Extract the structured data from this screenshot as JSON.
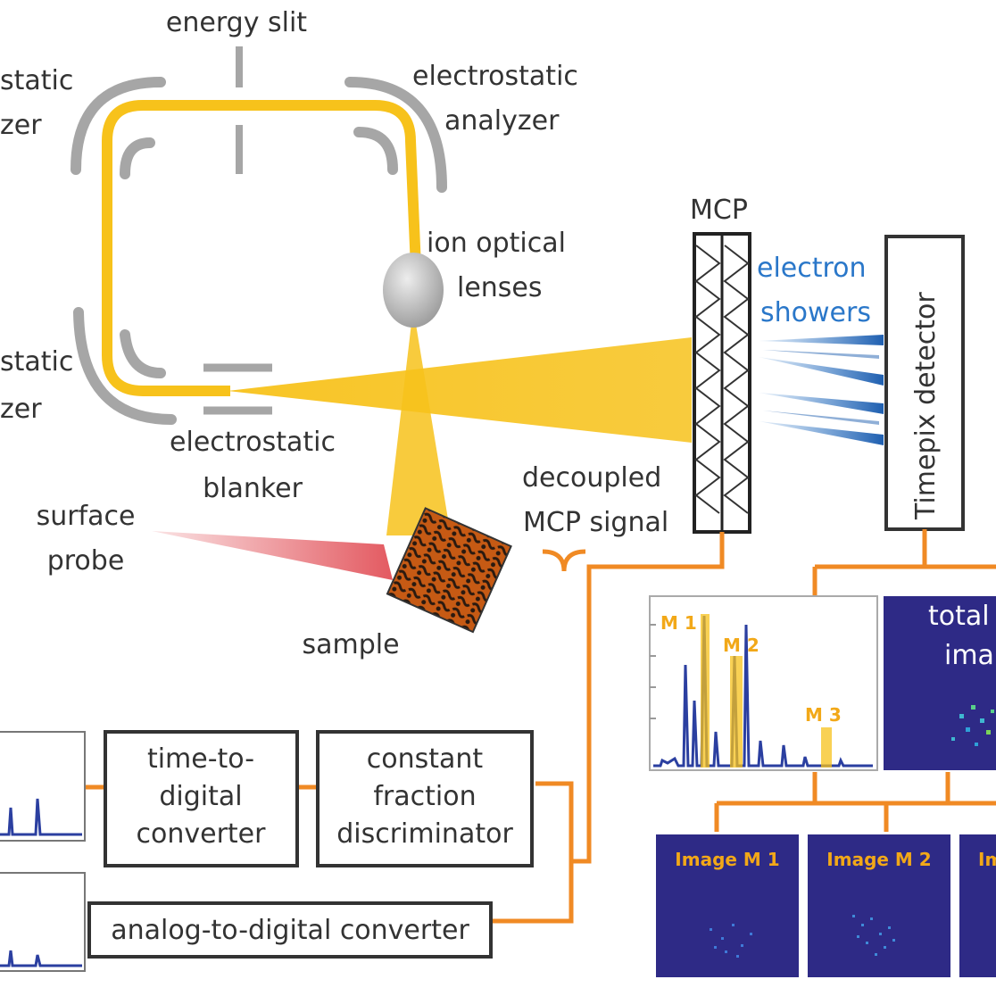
{
  "labels": {
    "energy_slit": "energy slit",
    "esa_left_top_1": "static",
    "esa_left_top_2": "zer",
    "esa_right_1": "electrostatic",
    "esa_right_2": "analyzer",
    "esa_left_bottom_1": "static",
    "esa_left_bottom_2": "zer",
    "ion_optical_1": "ion optical",
    "ion_optical_2": "lenses",
    "blanker_1": "electrostatic",
    "blanker_2": "blanker",
    "surface_probe_1": "surface",
    "surface_probe_2": "probe",
    "sample": "sample",
    "mcp": "MCP",
    "electron_showers_1": "electron",
    "electron_showers_2": "showers",
    "timepix_detector": "Timepix detector",
    "decoupled_1": "decoupled",
    "decoupled_2": "MCP signal"
  },
  "boxes": {
    "tdc_1": "time-to-",
    "tdc_2": "digital",
    "tdc_3": "converter",
    "cfd_1": "constant",
    "cfd_2": "fraction",
    "cfd_3": "discriminator",
    "adc": "analog-to-digital converter"
  },
  "spectrum": {
    "m1": "M 1",
    "m2": "M 2",
    "m3": "M 3"
  },
  "total_image_1": "total",
  "total_image_2": "ima",
  "images": {
    "m1": "Image M 1",
    "m2": "Image M 2",
    "m3": "Im"
  },
  "colors": {
    "beam": "#f7c21b",
    "wire": "#f08a24",
    "image_bg": "#2e2a86",
    "blue_text": "#2a77c9",
    "probe": "#e0474f"
  }
}
